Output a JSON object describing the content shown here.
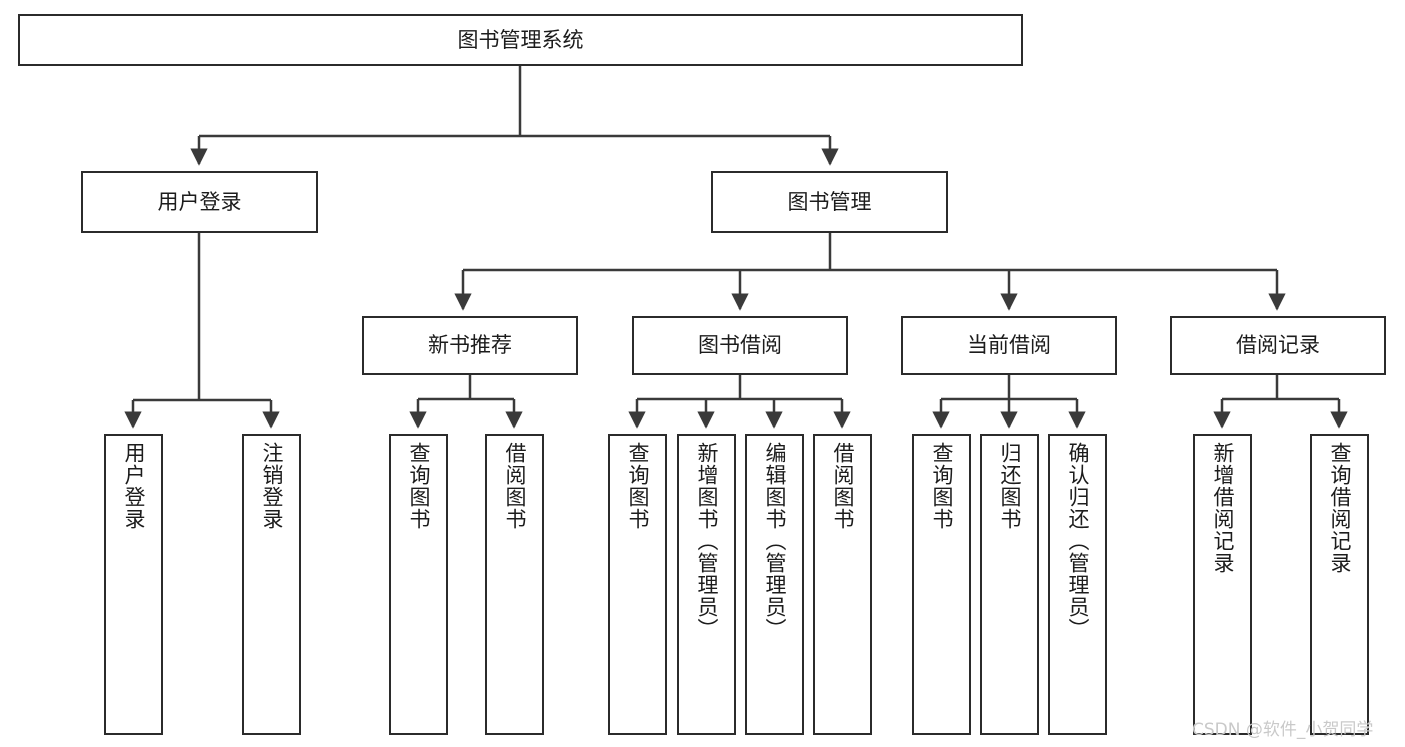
{
  "diagram": {
    "type": "tree-hierarchy-chart",
    "title": "图书管理系统",
    "watermark": "CSDN @软件_小贺同学",
    "colors": {
      "box_border": "#2b2b2b",
      "box_fill": "#ffffff",
      "connector": "#3a3a3a",
      "text": "#1c1c1c",
      "watermark": "#c9c9c9",
      "background": "#ffffff"
    },
    "levels": [
      {
        "level": 0,
        "nodes": [
          {
            "id": "root",
            "label": "图书管理系统",
            "orientation": "horizontal"
          }
        ]
      },
      {
        "level": 1,
        "nodes": [
          {
            "id": "user-login",
            "label": "用户登录",
            "orientation": "horizontal",
            "parent": "root"
          },
          {
            "id": "book-manage",
            "label": "图书管理",
            "orientation": "horizontal",
            "parent": "root"
          }
        ]
      },
      {
        "level": 2,
        "nodes": [
          {
            "id": "new-book-rec",
            "label": "新书推荐",
            "orientation": "horizontal",
            "parent": "book-manage"
          },
          {
            "id": "book-borrow",
            "label": "图书借阅",
            "orientation": "horizontal",
            "parent": "book-manage"
          },
          {
            "id": "current-borrow",
            "label": "当前借阅",
            "orientation": "horizontal",
            "parent": "book-manage"
          },
          {
            "id": "borrow-record",
            "label": "借阅记录",
            "orientation": "horizontal",
            "parent": "book-manage"
          }
        ]
      },
      {
        "level": 3,
        "nodes": [
          {
            "id": "leaf-user-login",
            "label": "用户登录",
            "orientation": "vertical",
            "parent": "user-login"
          },
          {
            "id": "leaf-logout",
            "label": "注销登录",
            "orientation": "vertical",
            "parent": "user-login"
          },
          {
            "id": "leaf-query-book-1",
            "label": "查询图书",
            "orientation": "vertical",
            "parent": "new-book-rec"
          },
          {
            "id": "leaf-borrow-book-1",
            "label": "借阅图书",
            "orientation": "vertical",
            "parent": "new-book-rec"
          },
          {
            "id": "leaf-query-book-2",
            "label": "查询图书",
            "orientation": "vertical",
            "parent": "book-borrow"
          },
          {
            "id": "leaf-add-book",
            "label": "新增图书（管理员）",
            "orientation": "vertical",
            "parent": "book-borrow"
          },
          {
            "id": "leaf-edit-book",
            "label": "编辑图书（管理员）",
            "orientation": "vertical",
            "parent": "book-borrow"
          },
          {
            "id": "leaf-borrow-book-2",
            "label": "借阅图书",
            "orientation": "vertical",
            "parent": "book-borrow"
          },
          {
            "id": "leaf-query-book-3",
            "label": "查询图书",
            "orientation": "vertical",
            "parent": "current-borrow"
          },
          {
            "id": "leaf-return-book",
            "label": "归还图书",
            "orientation": "vertical",
            "parent": "current-borrow"
          },
          {
            "id": "leaf-confirm-return",
            "label": "确认归还（管理员）",
            "orientation": "vertical",
            "parent": "current-borrow"
          },
          {
            "id": "leaf-add-record",
            "label": "新增借阅记录",
            "orientation": "vertical",
            "parent": "borrow-record"
          },
          {
            "id": "leaf-query-record",
            "label": "查询借阅记录",
            "orientation": "vertical",
            "parent": "borrow-record"
          }
        ]
      }
    ]
  }
}
